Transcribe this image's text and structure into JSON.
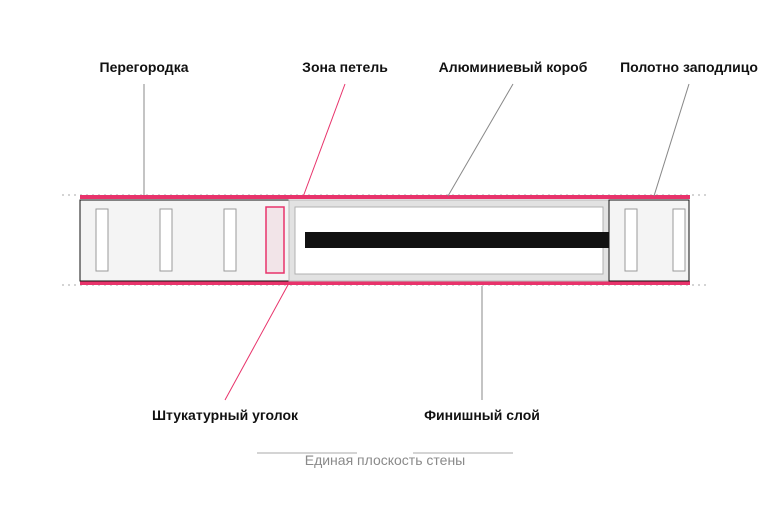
{
  "labels": {
    "partition": "Перегородка",
    "hinge_zone": "Зона петель",
    "aluminum_box": "Алюминиевый короб",
    "flush_leaf": "Полотно заподлицо",
    "plaster_corner": "Штукатурный уголок",
    "finish_layer": "Финишный слой"
  },
  "caption": "Единая плоскость стены",
  "colors": {
    "accent": "#e8336b",
    "outline": "#111111",
    "leader": "#888888",
    "stud_fill": "#f4f4f4",
    "panel_fill": "#f3f3f3",
    "leaf": "#111111",
    "caption": "#8a8a8a"
  }
}
